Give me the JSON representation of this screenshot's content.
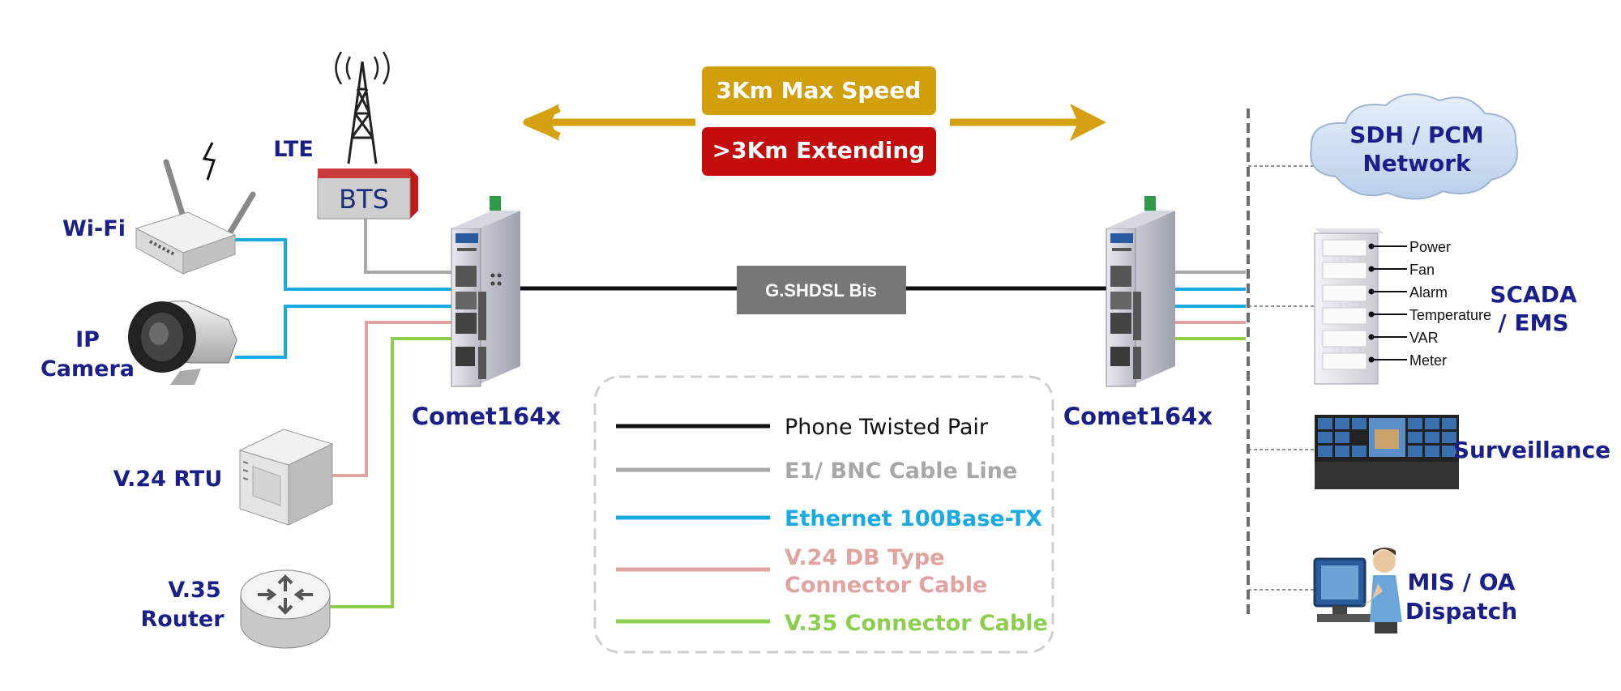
{
  "banner": {
    "max_speed": "3Km  Max Speed",
    "extending": ">3Km  Extending",
    "max_speed_color": "#d19e0c",
    "extending_color": "#c30d0d",
    "arrow_color": "#d5a011"
  },
  "link": {
    "label": "G.SHDSL Bis"
  },
  "devices": {
    "left": "Comet164x",
    "right": "Comet164x"
  },
  "left_side": {
    "lte": "LTE",
    "bts": "BTS",
    "wifi": "Wi-Fi",
    "ip_camera_line1": "IP",
    "ip_camera_line2": "Camera",
    "rtu": "V.24  RTU",
    "router_line1": "V.35",
    "router_line2": "Router"
  },
  "right_side": {
    "network_line1": "SDH / PCM",
    "network_line2": "Network",
    "scada_line1": "SCADA",
    "scada_line2": "/ EMS",
    "scada_items": [
      "Power",
      "Fan",
      "Alarm",
      "Temperature",
      "VAR",
      "Meter"
    ],
    "surveillance": "Surveillance",
    "mis_line1": "MIS / OA",
    "mis_line2": "Dispatch"
  },
  "legend": {
    "items": [
      {
        "line1": "Phone Twisted Pair",
        "line2": "",
        "color": "#111111"
      },
      {
        "line1": "E1/ BNC Cable Line",
        "line2": "",
        "color": "#a8a8a8"
      },
      {
        "line1": "Ethernet 100Base-TX",
        "line2": "",
        "color": "#1aa9e0"
      },
      {
        "line1": "V.24 DB Type",
        "line2": "Connector Cable",
        "color": "#e0a3a0"
      },
      {
        "line1": "V.35 Connector Cable",
        "line2": "",
        "color": "#8ccf4f"
      }
    ]
  }
}
